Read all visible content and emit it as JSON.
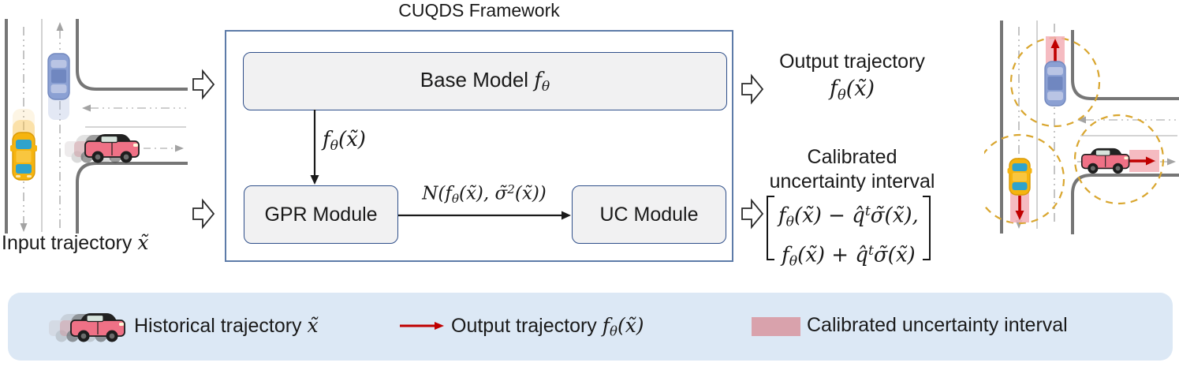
{
  "framework": {
    "title": "CUQDS Framework",
    "base_model_text": "Base Model ",
    "f": "f",
    "theta": "θ",
    "gpr_label": "GPR Module",
    "uc_label": "UC Module",
    "ftheta_arg": "(x̃)",
    "gauss_prefix": "N(f",
    "gauss_sub": "θ",
    "gauss_mid": "(x̃), σ̃",
    "gauss_sup": "2",
    "gauss_suffix": "(x̃))"
  },
  "io": {
    "input_text": "Input trajectory ",
    "input_math": "x̃",
    "output_title": "Output trajectory",
    "f": "f",
    "theta": "θ",
    "arg": "(x̃)",
    "calibrated_line1": "Calibrated",
    "calibrated_line2": "uncertainty interval",
    "row1_a": "(x̃) − q̂",
    "row1_sup": "t",
    "row1_b": "σ̃(x̃),",
    "row2_a": "(x̃) + q̂",
    "row2_sup": "t",
    "row2_b": "σ̃(x̃)"
  },
  "legend": {
    "historical_text": "Historical trajectory ",
    "historical_math": "x̃",
    "output_text": "Output trajectory ",
    "f": "f",
    "theta": "θ",
    "arg": "(x̃)",
    "calibrated_text": "Calibrated uncertainty interval"
  },
  "icons": {
    "block_arrow": "hollow-right-block-arrow",
    "red_arrow": "red-trajectory-arrow",
    "car_side_pink": "pink-car-side-view",
    "car_top_blue": "blue-car-top-view",
    "car_top_yellow": "yellow-car-top-view"
  },
  "colors": {
    "accent_red": "#C00000",
    "uncertainty_pink": "#F3AFB6",
    "legend_bg": "#DCE8F5",
    "legend_swatch": "#D9A2AC",
    "circle_gold": "#D9A62F",
    "module_fill": "#F1F1F2",
    "module_border": "#2F4F8A",
    "frame_border": "#5D7BA8",
    "road_gray": "#767676"
  }
}
